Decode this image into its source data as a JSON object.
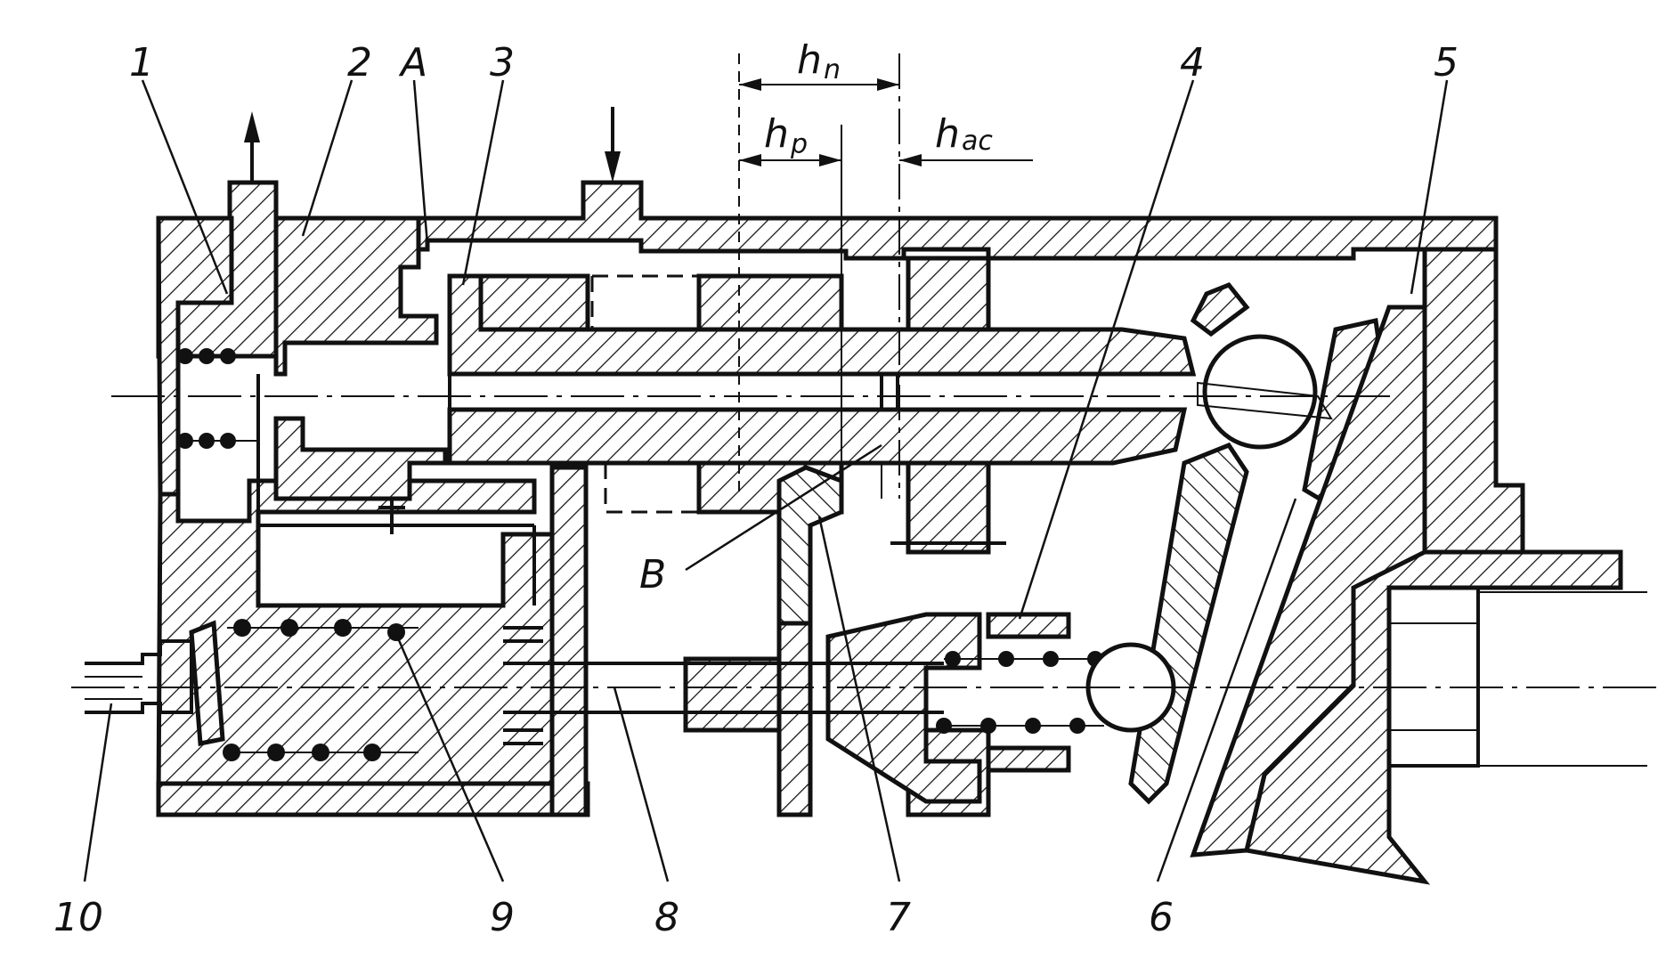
{
  "labels": {
    "p1": "1",
    "p2": "2",
    "pA": "A",
    "p3": "3",
    "p4": "4",
    "p5": "5",
    "p6": "6",
    "p7": "7",
    "p8": "8",
    "p9": "9",
    "p10": "10",
    "pB": "B"
  },
  "dimensions": {
    "hn_main": "h",
    "hn_sub": "n",
    "hp_main": "h",
    "hp_sub": "p",
    "hac_main": "h",
    "hac_sub": "ac"
  }
}
